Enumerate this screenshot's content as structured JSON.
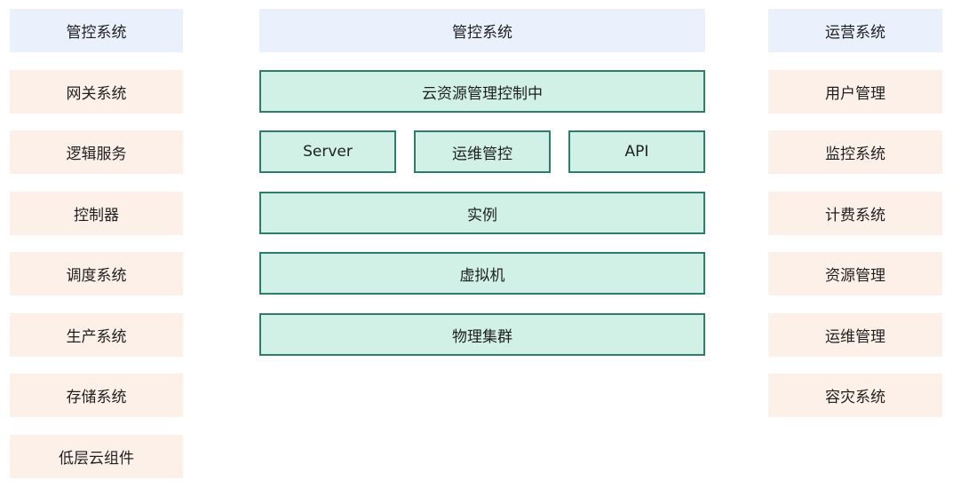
{
  "left_column": {
    "header": "管控系统",
    "items": [
      "网关系统",
      "逻辑服务",
      "控制器",
      "调度系统",
      "生产系统",
      "存储系统",
      "低层云组件"
    ]
  },
  "middle_column": {
    "header": "管控系统",
    "top": "云资源管理控制中",
    "row": [
      "Server",
      "运维管控",
      "API"
    ],
    "layers": [
      "实例",
      "虚拟机",
      "物理集群"
    ]
  },
  "right_column": {
    "header": "运营系统",
    "items": [
      "用户管理",
      "监控系统",
      "计费系统",
      "资源管理",
      "运维管理",
      "容灾系统"
    ]
  },
  "colors": {
    "header_bg": "#eaf1fd",
    "side_bg": "#fdf0e8",
    "core_bg": "#d1f0e6",
    "core_border": "#2e7d6b"
  }
}
